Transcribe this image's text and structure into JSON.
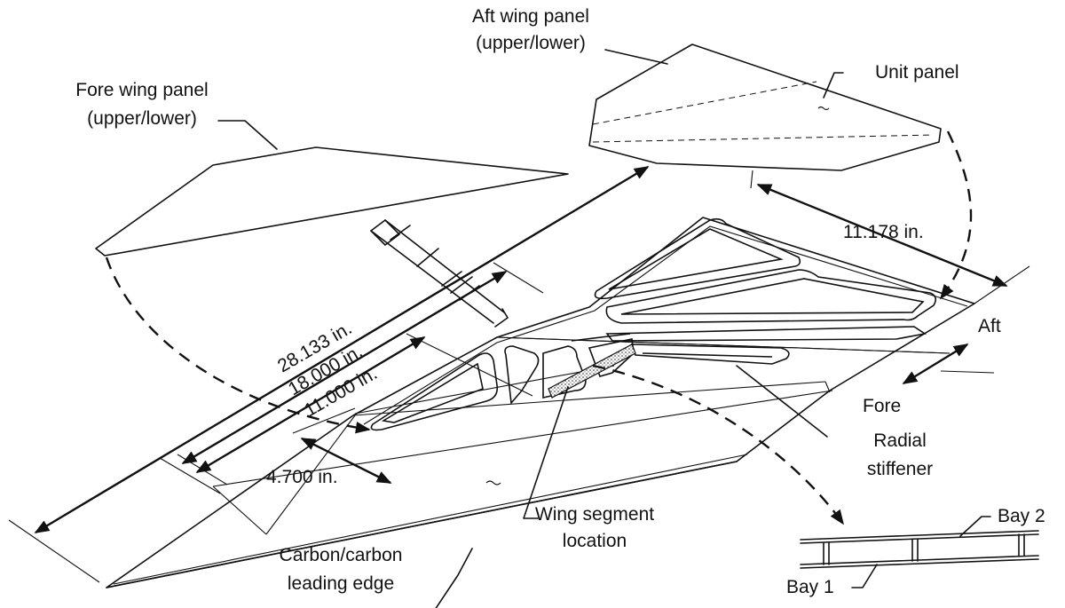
{
  "labels": {
    "aft_panel_line1": "Aft wing panel",
    "aft_panel_line2": "(upper/lower)",
    "fore_panel_line1": "Fore wing panel",
    "fore_panel_line2": "(upper/lower)",
    "unit_panel": "Unit panel",
    "dim_11178": "11.178 in.",
    "dim_28133": "28.133 in.",
    "dim_18000": "18.000 in.",
    "dim_11000": "11.000 in.",
    "dim_4700": "4.700 in.",
    "aft": "Aft",
    "fore": "Fore",
    "radial_stiffener_line1": "Radial",
    "radial_stiffener_line2": "stiffener",
    "wing_segment_line1": "Wing segment",
    "wing_segment_line2": "location",
    "leading_edge_line1": "Carbon/carbon",
    "leading_edge_line2": "leading edge",
    "bay1": "Bay 1",
    "bay2": "Bay 2"
  }
}
